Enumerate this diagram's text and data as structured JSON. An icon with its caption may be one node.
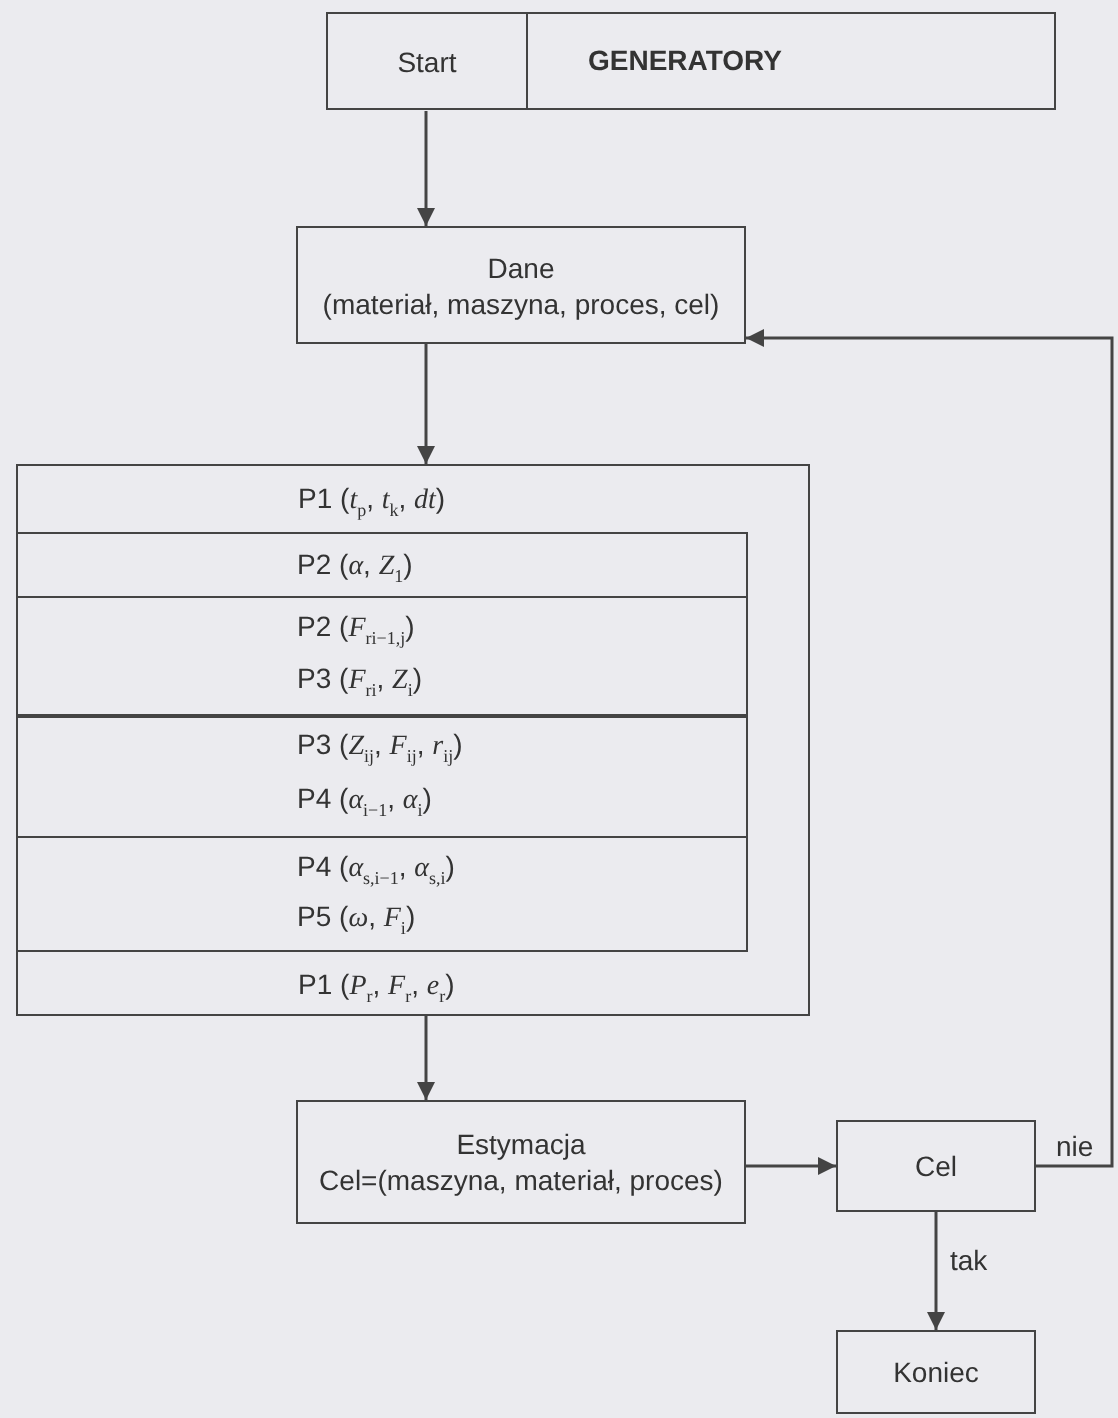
{
  "diagram": {
    "nodes": [
      {
        "text": [
          "GENERATORY"
        ]
      },
      {
        "text": [
          "Start"
        ],
        "in": 0
      },
      {
        "text": [
          "Dane",
          "(materiał, maszyna, proces, cel)"
        ]
      },
      {
        "text": [
          "P1 (*t*$_{p}$, *t*$_{k}$, *dt*)",
          "P1 (*P*$_{r}$, *F*$_{r}$, *e*$_{r}$)"
        ]
      },
      {
        "text": [
          "P2 (*α*, *Z*$_{1}$)"
        ],
        "in": 3
      },
      {
        "text": [
          "P2 (*F*$_{ri−1,j}$)",
          "P3 (*F*$_{ri}$, *Z*$_{i}$)"
        ],
        "in": 3
      },
      {
        "text": [
          "P3 (*Z*$_{ij}$, *F*$_{ij}$, *r*$_{ij}$)",
          "P4 (*α*$_{i−1}$, *α*$_{i}$)"
        ],
        "in": 3
      },
      {
        "text": [
          "P4 (*α*$_{s,i−1}$, *α*$_{s,i}$)",
          "P5 (*ω*, *F*$_{i}$)"
        ],
        "in": 3
      },
      {
        "text": [
          "Estymacja",
          "Cel=(maszyna, materiał, proces)"
        ]
      },
      {
        "text": [
          "Cel"
        ]
      },
      {
        "text": [
          "Koniec"
        ]
      }
    ],
    "edges": [
      {
        "from": 1,
        "to": 2,
        "arrow": "to"
      },
      {
        "from": 2,
        "to": 3,
        "arrow": "to"
      },
      {
        "from": 3,
        "to": 8,
        "arrow": "to"
      },
      {
        "from": 8,
        "to": 9,
        "arrow": "to"
      },
      {
        "from": 9,
        "to": 10,
        "arrow": "to",
        "label": "tak"
      },
      {
        "from": 9,
        "to": 2,
        "arrow": "to",
        "label": "nie"
      }
    ]
  }
}
